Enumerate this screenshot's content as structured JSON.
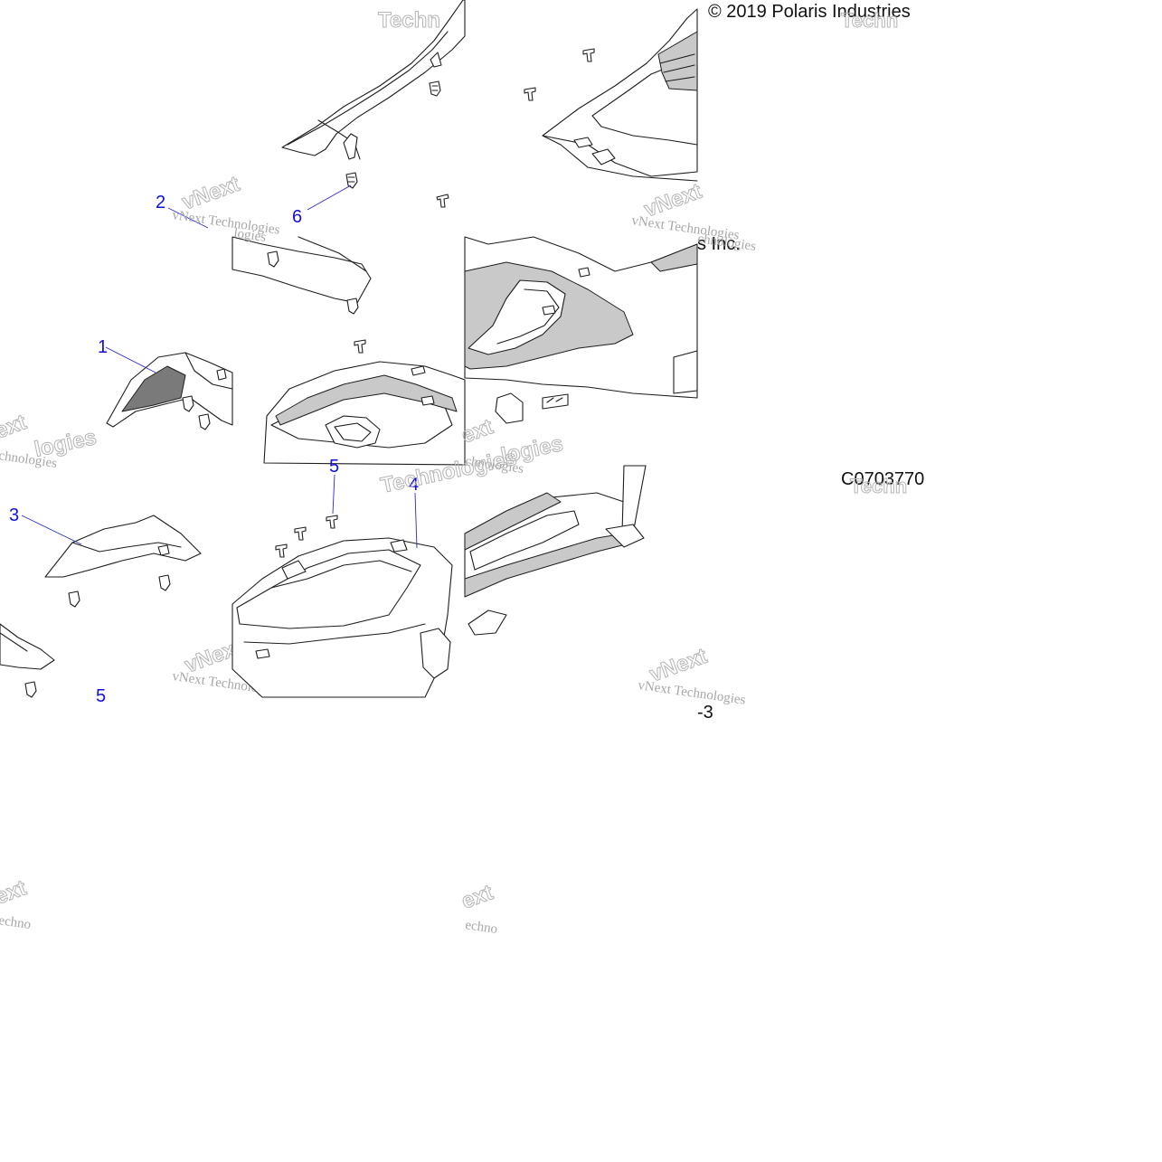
{
  "copyright": "© 2019 Polaris Industries",
  "copyright_fragment": "s Inc.",
  "diagram_code": "C0703770",
  "page_fragment": "-3",
  "callouts": [
    {
      "id": "c1",
      "label": "1"
    },
    {
      "id": "c2",
      "label": "2"
    },
    {
      "id": "c3",
      "label": "3"
    },
    {
      "id": "c4",
      "label": "4"
    },
    {
      "id": "c5a",
      "label": "5"
    },
    {
      "id": "c5b",
      "label": "5"
    },
    {
      "id": "c6",
      "label": "6"
    }
  ],
  "watermarks": {
    "brand_short": "vNext",
    "brand_full": "vNext Technologies",
    "brand_tail": "Technologies",
    "brand_frag_a": "Techn",
    "brand_frag_b": "ext",
    "brand_frag_c": "echno",
    "brand_frag_d": "chnologies",
    "brand_frag_e": "logies"
  }
}
